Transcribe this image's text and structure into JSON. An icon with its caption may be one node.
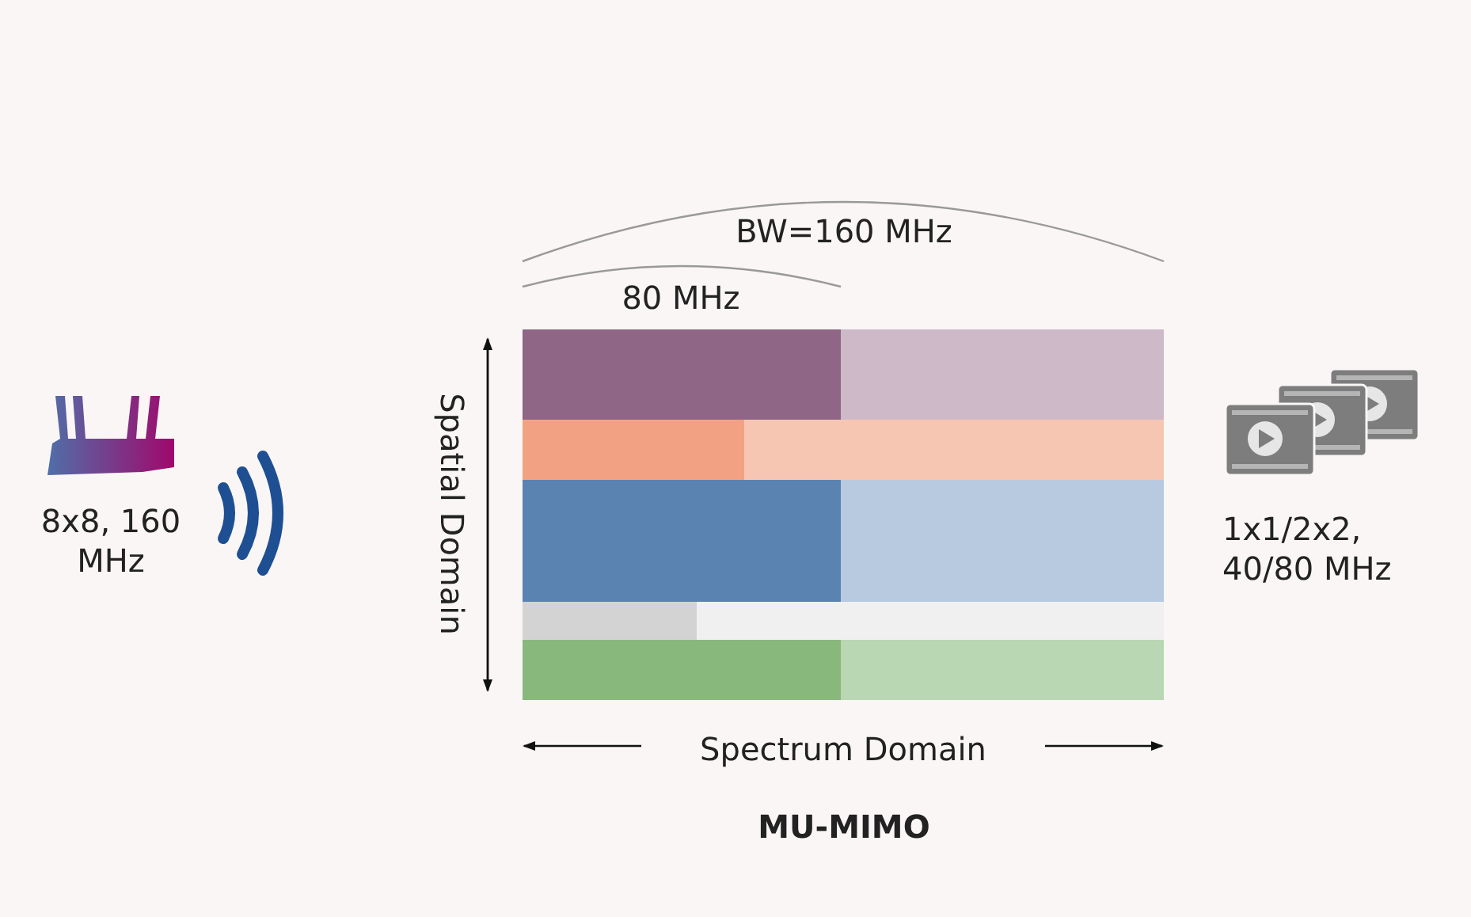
{
  "diagram": {
    "caption": "MU-MIMO",
    "nodes": [
      {
        "text": [
          "8x8, 160 MHz"
        ]
      },
      {
        "text": [
          "1x1/2x2, 40/80 MHz"
        ]
      },
      {
        "text": [],
        "shape": "bar"
      },
      {
        "text": [],
        "shape": "bar"
      },
      {
        "text": [],
        "shape": "bar"
      },
      {
        "text": [],
        "shape": "bar"
      },
      {
        "text": [],
        "shape": "bar"
      },
      {
        "text": [],
        "shape": "bar"
      },
      {
        "text": [],
        "shape": "bar"
      },
      {
        "text": [],
        "shape": "bar"
      },
      {
        "text": [],
        "shape": "bar"
      },
      {
        "text": [],
        "shape": "bar"
      }
    ],
    "edges": [],
    "labels": [
      "BW=160 MHz",
      "80 MHz",
      "Spatial Domain",
      "Spectrum Domain"
    ]
  }
}
